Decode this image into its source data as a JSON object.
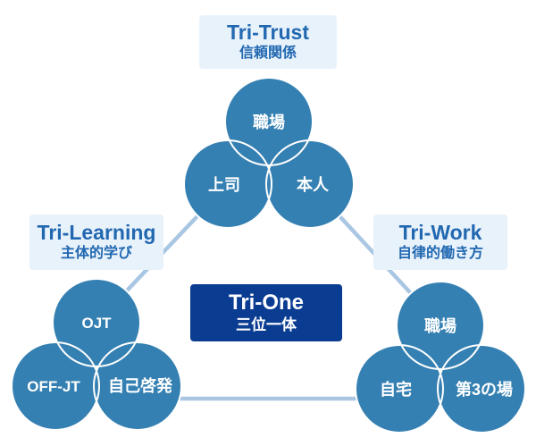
{
  "colors": {
    "circle_fill": "#3580b2",
    "circle_stroke": "#ffffff",
    "connector_line": "#a9c6e3",
    "label_box_bg": "#e8f2fb",
    "label_text": "#2168b1",
    "center_box_bg": "#0a3c92",
    "center_text": "#ffffff",
    "background": "#ffffff"
  },
  "labels": {
    "trust": {
      "title": "Tri-Trust",
      "subtitle": "信頼関係"
    },
    "learning": {
      "title": "Tri-Learning",
      "subtitle": "主体的学び"
    },
    "work": {
      "title": "Tri-Work",
      "subtitle": "自律的働き方"
    },
    "center": {
      "title": "Tri-One",
      "subtitle": "三位一体"
    }
  },
  "circles": {
    "trust": {
      "top": "職場",
      "left": "上司",
      "right": "本人"
    },
    "learning": {
      "top": "OJT",
      "left": "OFF-JT",
      "right": "自己啓発"
    },
    "work": {
      "top": "職場",
      "left": "自宅",
      "right": "第3の場"
    }
  }
}
